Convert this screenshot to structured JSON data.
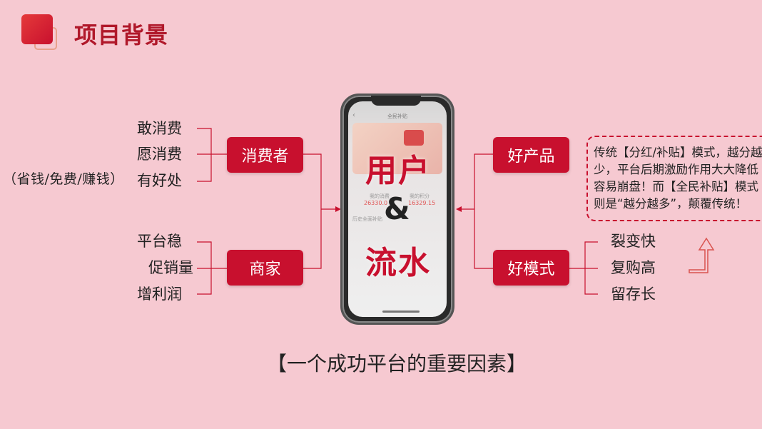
{
  "header": {
    "title": "项目背景"
  },
  "left": {
    "consumer": {
      "label": "消费者",
      "items": [
        "敢消费",
        "愿消费",
        "有好处"
      ],
      "note": "（省钱/免费/赚钱）"
    },
    "merchant": {
      "label": "商家",
      "items": [
        "平台稳",
        "促销量",
        "增利润"
      ]
    }
  },
  "center": {
    "top_word": "用户",
    "amp": "&",
    "bottom_word": "流水",
    "phone": {
      "title": "全民补贴",
      "stat_label_1": "我的消费",
      "stat_label_2": "我的积分",
      "stat_value_1": "26330.0",
      "stat_value_2": "16329.15",
      "section": "历史全面补贴"
    }
  },
  "right": {
    "product": {
      "label": "好产品"
    },
    "model": {
      "label": "好模式",
      "items": [
        "裂变快",
        "复购高",
        "留存长"
      ]
    },
    "note_lines": [
      "传统【分红/补贴】模式，越分越",
      "少，平台后期激励作用大大降低",
      "容易崩盘！而【全民补贴】模式",
      "则是“越分越多”，颠覆传统！"
    ]
  },
  "caption": "【一个成功平台的重要因素】",
  "colors": {
    "accent": "#c8102e",
    "background": "#f6c9d1"
  }
}
